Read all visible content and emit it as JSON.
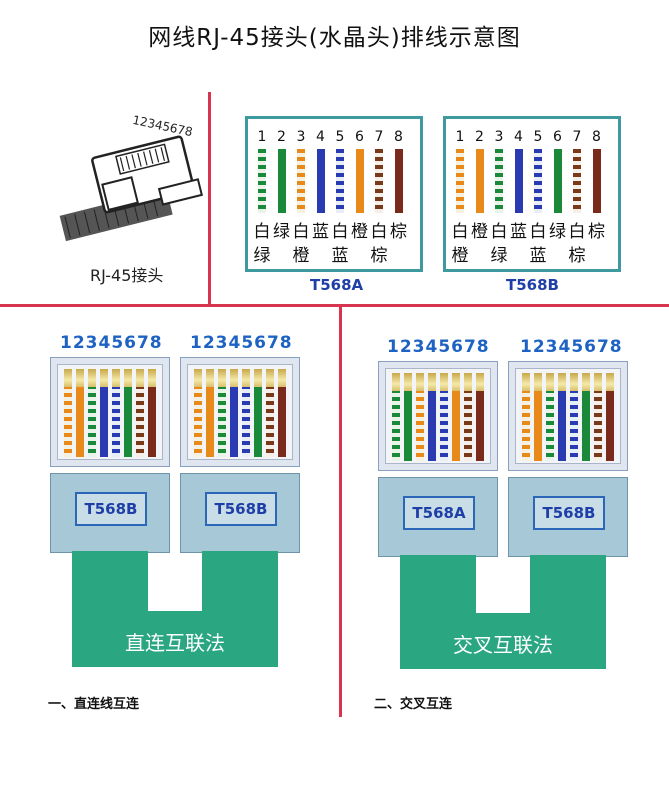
{
  "title": "网线RJ-45接头(水晶头)排线示意图",
  "plug": {
    "pins_text": "12345678",
    "caption": "RJ-45接头"
  },
  "pin_numbers": [
    "1",
    "2",
    "3",
    "4",
    "5",
    "6",
    "7",
    "8"
  ],
  "t568a": {
    "label": "T568A",
    "row1": [
      "白",
      "绿",
      "白",
      "蓝",
      "白",
      "橙",
      "白",
      "棕"
    ],
    "row2": [
      "绿",
      "橙",
      "蓝",
      "棕"
    ],
    "wire_colors": [
      "#e8f4e8|#1a8a3a",
      "#1a8a3a",
      "#f5f0e0|#e88a1a",
      "#2a3ab0",
      "#e8eef8|#2a3ab0",
      "#e88a1a",
      "#f5efe8|#7a3a1a",
      "#7a2a1a"
    ]
  },
  "t568b": {
    "label": "T568B",
    "row1": [
      "白",
      "橙",
      "白",
      "蓝",
      "白",
      "绿",
      "白",
      "棕"
    ],
    "row2": [
      "橙",
      "绿",
      "蓝",
      "棕"
    ],
    "wire_colors": [
      "#f5f0e0|#e88a1a",
      "#e88a1a",
      "#e8f4e8|#1a8a3a",
      "#2a3ab0",
      "#e8eef8|#2a3ab0",
      "#1a8a3a",
      "#f5efe8|#7a3a1a",
      "#7a2a1a"
    ]
  },
  "connectors": {
    "nums": "12345678",
    "straight_left": "T568B",
    "straight_right": "T568B",
    "cross_left": "T568A",
    "cross_right": "T568B"
  },
  "cables": {
    "straight": "直连互联法",
    "cross": "交叉互联法"
  },
  "sections": {
    "straight": "一、直连线互连",
    "cross": "二、交叉互连"
  }
}
